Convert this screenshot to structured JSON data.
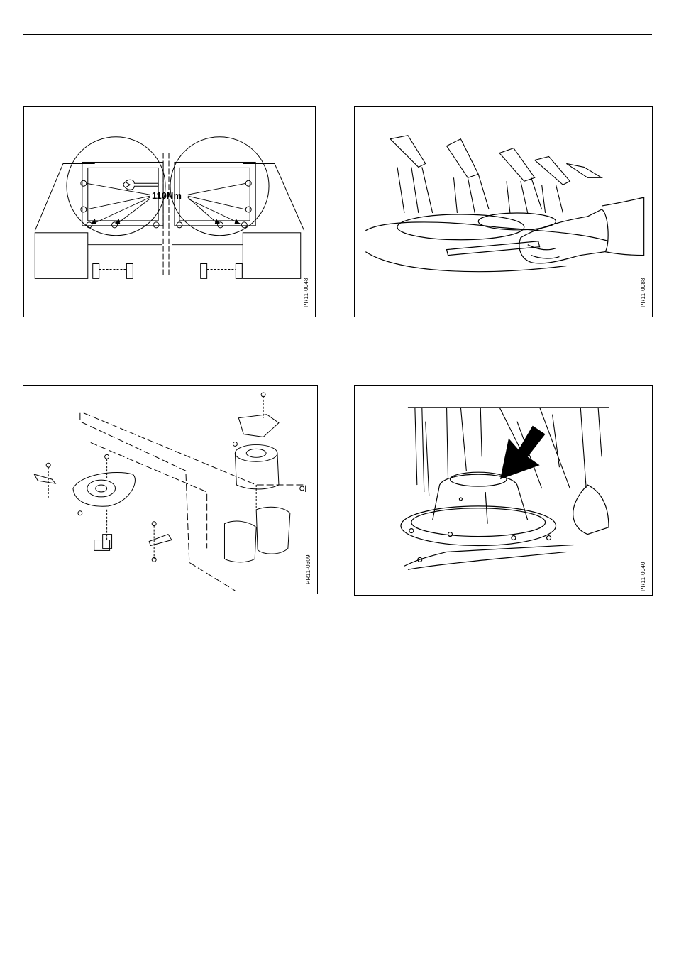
{
  "figures": [
    {
      "id": "fig1",
      "code": "PR11-0048",
      "label": "110Nm",
      "icon": "wrench-icon"
    },
    {
      "id": "fig2",
      "code": "PR11-0088",
      "icon": "hand-spanner-illustration"
    },
    {
      "id": "fig3",
      "code": "PR11-0309",
      "icon": "exploded-disc-assembly"
    },
    {
      "id": "fig4",
      "code": "PR11-0040",
      "icon": "arrow-icon"
    }
  ]
}
